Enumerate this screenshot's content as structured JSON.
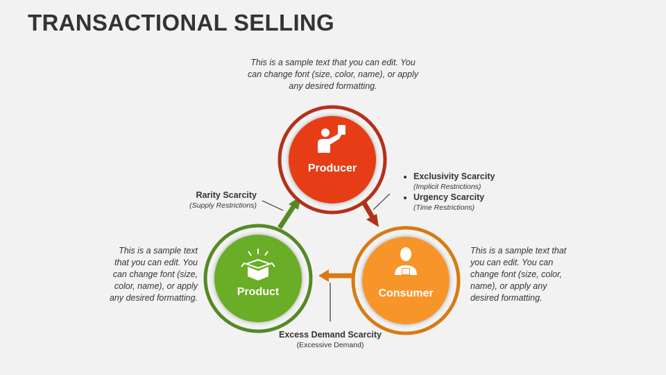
{
  "title": "TRANSACTIONAL SELLING",
  "sample_text": "This is a sample text that you can edit. You can change font (size, color, name), or apply any desired formatting.",
  "nodes": [
    {
      "label": "Producer",
      "icon": "presenter-icon",
      "color": "#e63d17",
      "ring": "#b5301a"
    },
    {
      "label": "Product",
      "icon": "open-box-icon",
      "color": "#6aad27",
      "ring": "#548a24"
    },
    {
      "label": "Consumer",
      "icon": "shopper-icon",
      "color": "#f7952a",
      "ring": "#d97a12"
    }
  ],
  "labels": {
    "rarity": {
      "title": "Rarity Scarcity",
      "sub": "(Supply Restrictions)"
    },
    "exclusivity": {
      "title": "Exclusivity Scarcity",
      "sub": "(Implicit Restrictions)"
    },
    "urgency": {
      "title": "Urgency Scarcity",
      "sub": "(Time Restrictions)"
    },
    "excess": {
      "title": "Excess Demand Scarcity",
      "sub": "(Excessive Demand)"
    }
  }
}
